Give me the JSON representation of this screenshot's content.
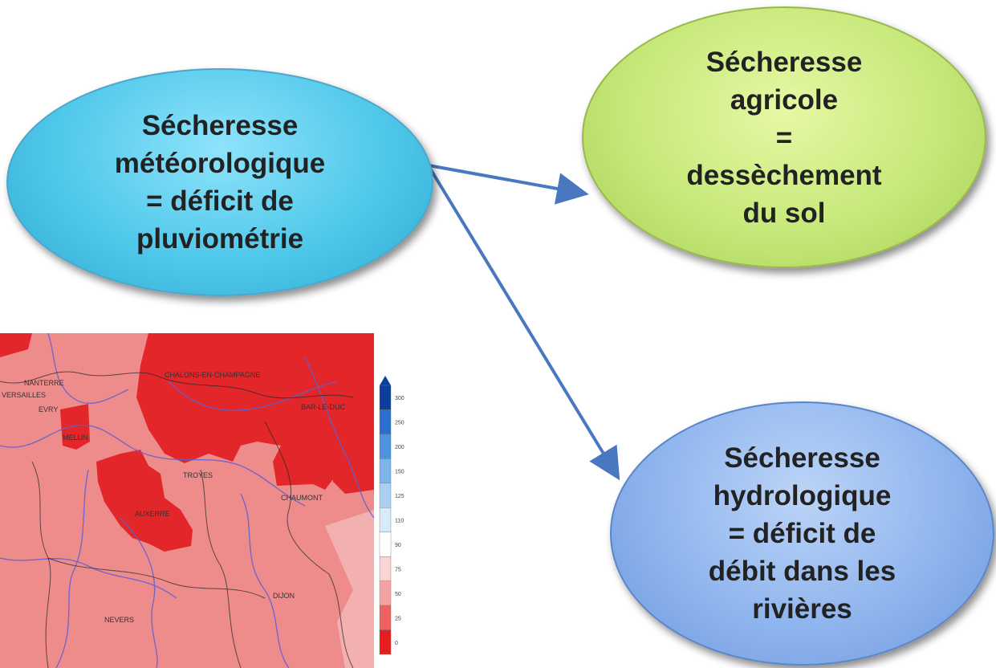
{
  "nodes": {
    "meteo": {
      "lines": [
        "Sécheresse",
        "météorologique",
        "= déficit de",
        "pluviométrie"
      ]
    },
    "agri": {
      "lines": [
        "Sécheresse",
        "agricole",
        "=",
        "dessèchement",
        "du sol"
      ]
    },
    "hydro": {
      "lines": [
        "Sécheresse",
        "hydrologique",
        "= déficit de",
        "débit dans les",
        "rivières"
      ]
    }
  },
  "map": {
    "place_labels": [
      "CHALONS-EN-CHAMPAGNE",
      "BAR-LE-DUC",
      "TROYES",
      "CHAUMONT",
      "AUXERRE",
      "DIJON",
      "MELUN",
      "EVRY",
      "NEVERS",
      "NANTERRE",
      "VERSAILLES"
    ],
    "legend_ticks": [
      "300",
      "250",
      "200",
      "150",
      "125",
      "110",
      "90",
      "75",
      "50",
      "25",
      "0"
    ],
    "legend_colors": [
      "#0a3f9e",
      "#2a6fcf",
      "#4f93de",
      "#7cb4ea",
      "#a9d0f3",
      "#d6ebfa",
      "#ffffff",
      "#fbd3d3",
      "#f6a1a1",
      "#f06262",
      "#e61e1e"
    ]
  },
  "colors": {
    "arrow": "#4a78c0",
    "map_dark_red": "#e2262a",
    "map_light_red": "#ee8c8c"
  }
}
